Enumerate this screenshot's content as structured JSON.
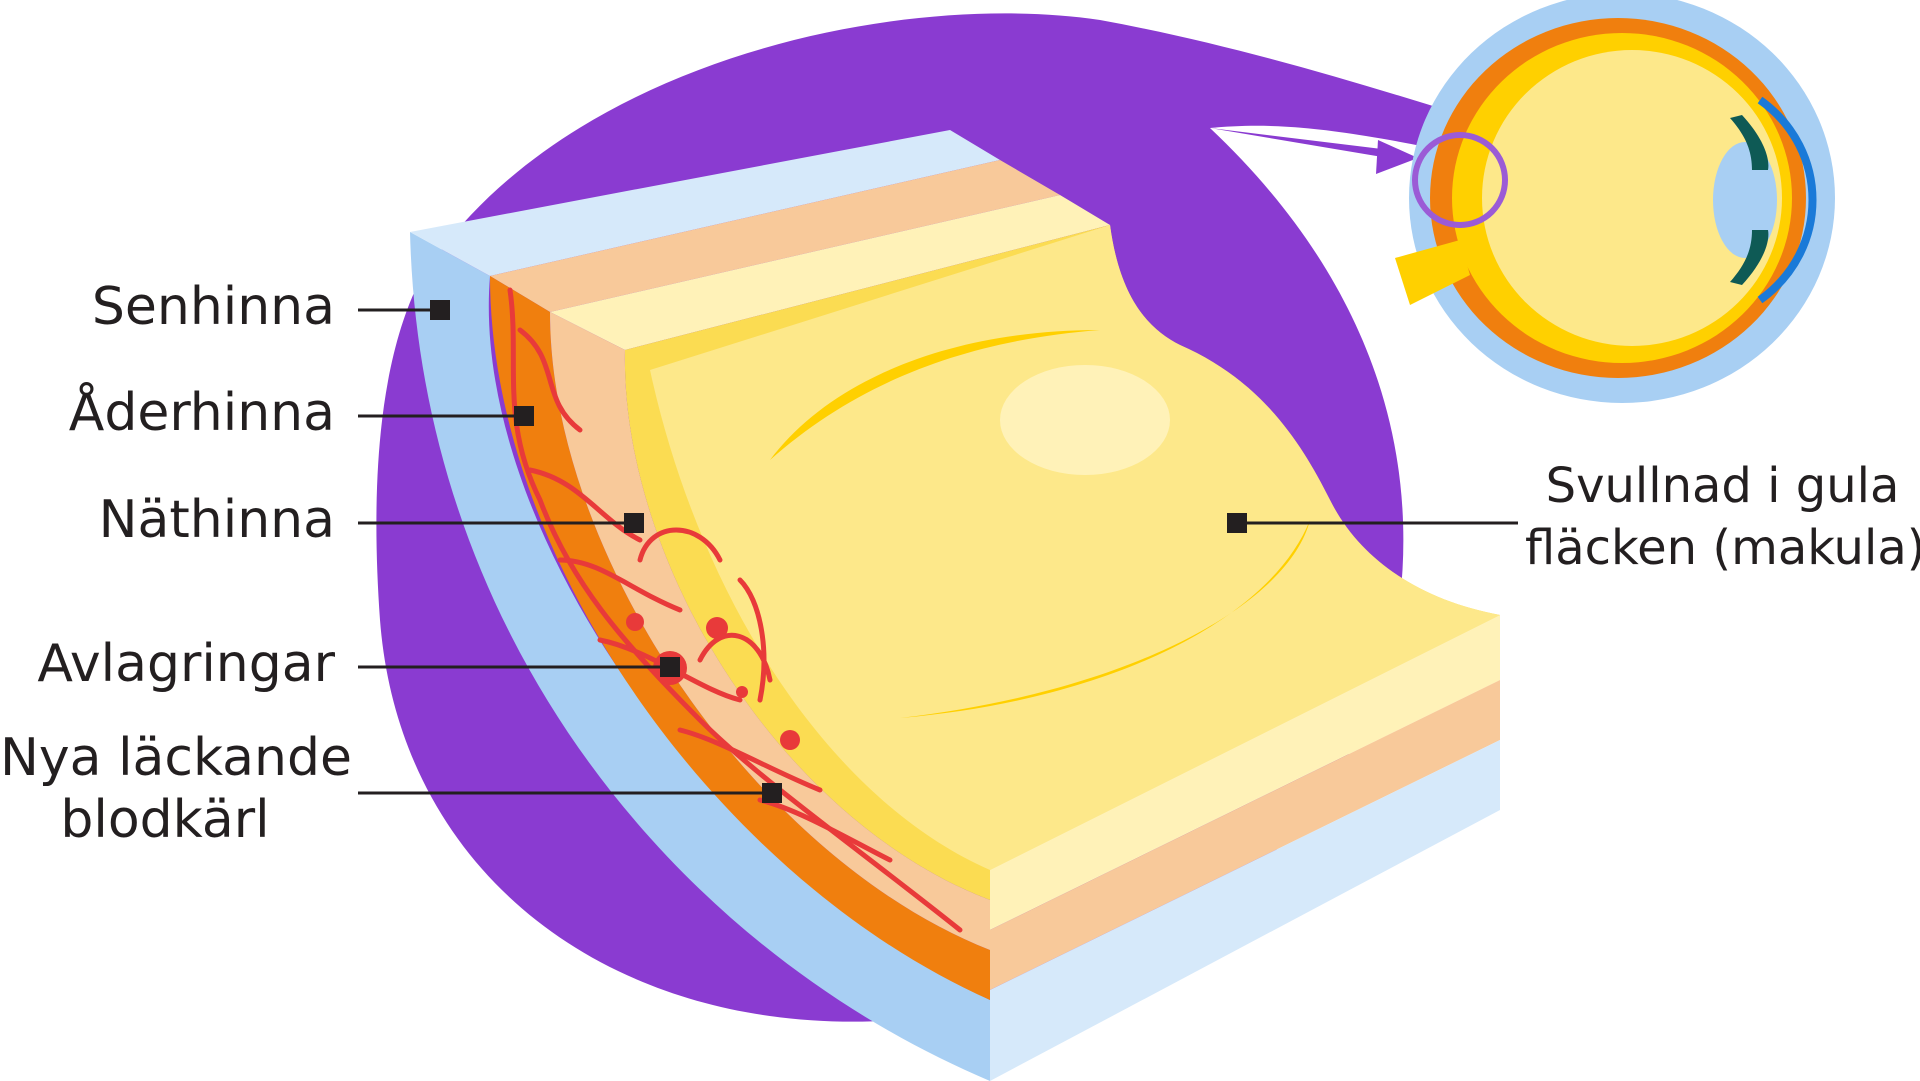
{
  "labels": {
    "senhinna": "Senhinna",
    "aderhinna": "Åderhinna",
    "nathinna": "Näthinna",
    "avlagringar": "Avlagringar",
    "nya_lackande_line1": "Nya läckande",
    "nya_lackande_line2": "blodkärl",
    "svullnad_line1": "Svullnad i gula",
    "svullnad_line2": "fläcken (makula)"
  },
  "colors": {
    "background_circle": "#8a3bd1",
    "sclera": "#a8cff3",
    "sclera_light": "#d6e9fa",
    "choroid": "#f07f0e",
    "peach": "#f8c99a",
    "retina_top": "#fbdc52",
    "retina_light": "#fde88a",
    "retina_edge": "#ffd000",
    "vessels": "#e83a3a",
    "callout_line": "#231f20",
    "eye_outline_blue": "#1a7ad8",
    "eye_dark_green": "#0e5a55",
    "magnifier_circle": "#9b5bd6"
  }
}
